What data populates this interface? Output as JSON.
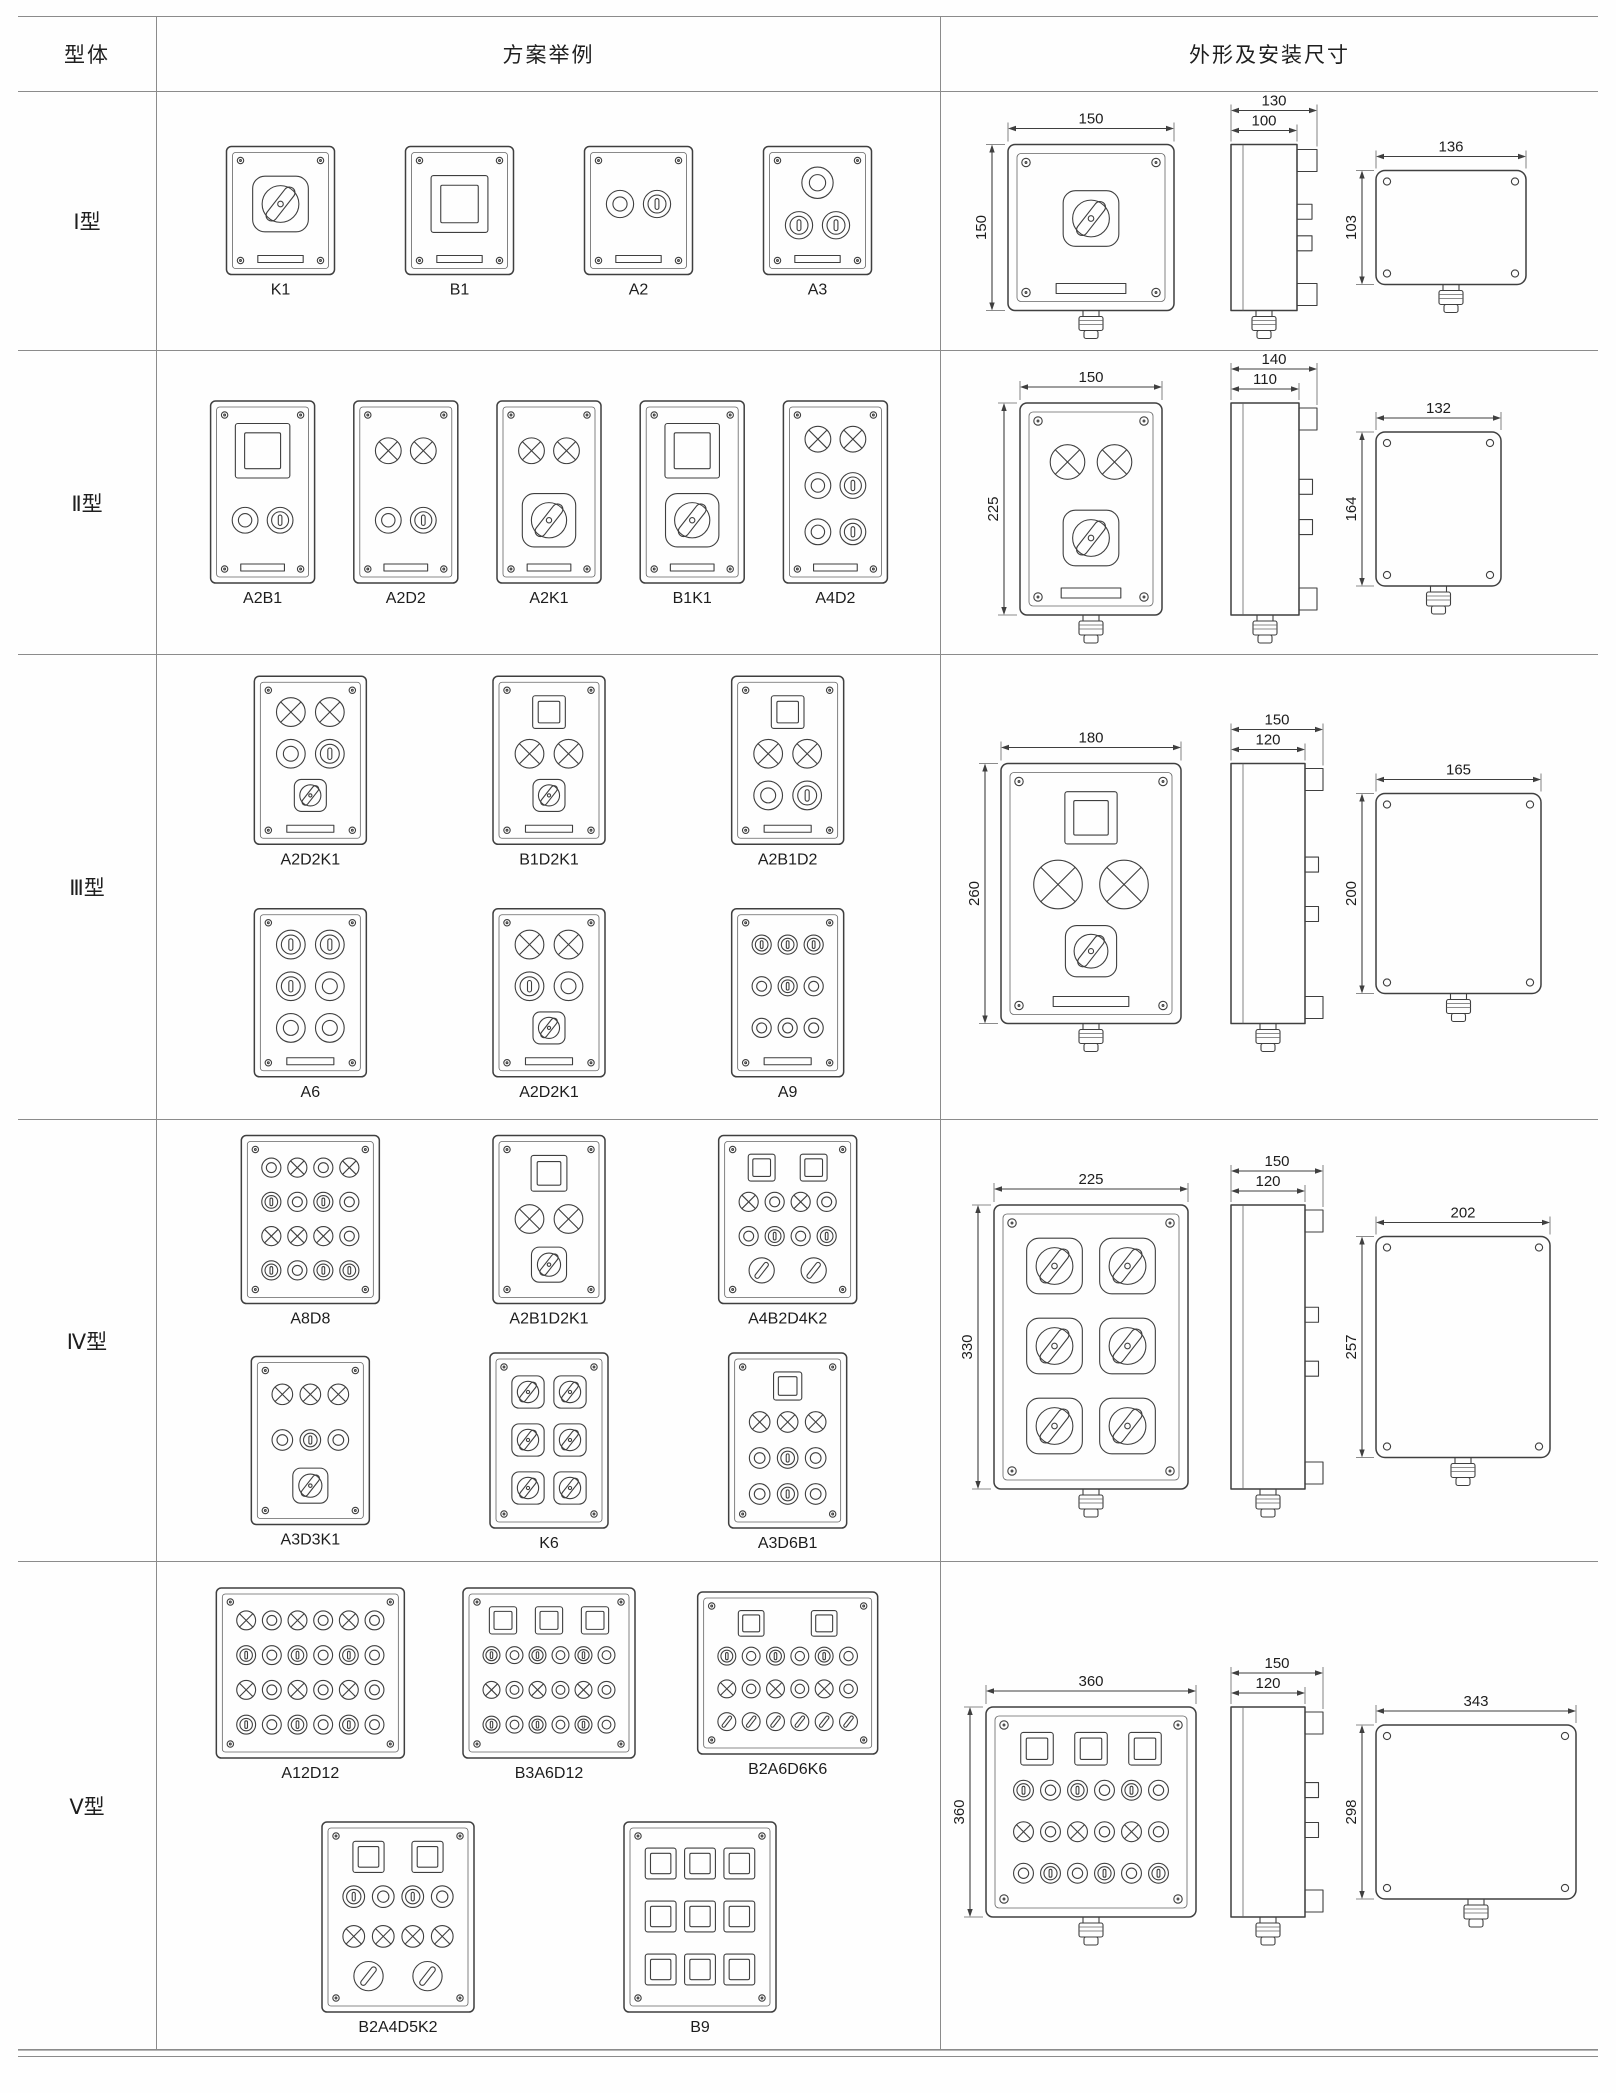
{
  "header": {
    "type_col": "型体",
    "examples_col": "方案举例",
    "dims_col": "外形及安装尺寸"
  },
  "rows": [
    {
      "type_label": "Ⅰ型",
      "groups": [
        [
          {
            "label": "K1",
            "w": 108,
            "h": 128,
            "plate": true,
            "controls": [
              [
                "K"
              ]
            ]
          },
          {
            "label": "B1",
            "w": 108,
            "h": 128,
            "plate": true,
            "controls": [
              [
                "B"
              ]
            ]
          },
          {
            "label": "A2",
            "w": 108,
            "h": 128,
            "plate": true,
            "controls": [
              [
                "O",
                "I"
              ]
            ]
          },
          {
            "label": "A3",
            "w": 108,
            "h": 128,
            "plate": true,
            "controls": [
              [
                "O"
              ],
              [
                "I",
                "I"
              ]
            ]
          }
        ]
      ],
      "dims": {
        "front": {
          "width": "150",
          "height": "150",
          "plate": true,
          "controls": [
            [
              "K"
            ]
          ]
        },
        "side": {
          "outer": "130",
          "inner": "100"
        },
        "back": {
          "width": "136",
          "height": "103"
        }
      }
    },
    {
      "type_label": "Ⅱ型",
      "groups": [
        [
          {
            "label": "A2B1",
            "w": 104,
            "h": 182,
            "plate": true,
            "controls": [
              [
                "B"
              ],
              [
                "O",
                "I"
              ]
            ]
          },
          {
            "label": "A2D2",
            "w": 104,
            "h": 182,
            "plate": true,
            "controls": [
              [
                "L",
                "L"
              ],
              [
                "O",
                "I"
              ]
            ]
          },
          {
            "label": "A2K1",
            "w": 104,
            "h": 182,
            "plate": true,
            "controls": [
              [
                "L",
                "L"
              ],
              [
                "K"
              ]
            ]
          },
          {
            "label": "B1K1",
            "w": 104,
            "h": 182,
            "plate": true,
            "controls": [
              [
                "B"
              ],
              [
                "K"
              ]
            ]
          },
          {
            "label": "A4D2",
            "w": 104,
            "h": 182,
            "plate": true,
            "controls": [
              [
                "L",
                "L"
              ],
              [
                "O",
                "I"
              ],
              [
                "O",
                "I"
              ]
            ]
          }
        ]
      ],
      "dims": {
        "front": {
          "width": "150",
          "height": "225",
          "plate": true,
          "controls": [
            [
              "L",
              "L"
            ],
            [
              "K"
            ]
          ]
        },
        "side": {
          "outer": "140",
          "inner": "110"
        },
        "back": {
          "width": "132",
          "height": "164"
        }
      }
    },
    {
      "type_label": "Ⅲ型",
      "groups": [
        [
          {
            "label": "A2D2K1",
            "w": 112,
            "h": 168,
            "plate": true,
            "controls": [
              [
                "L",
                "L"
              ],
              [
                "O",
                "I"
              ],
              [
                "K"
              ]
            ]
          },
          {
            "label": "B1D2K1",
            "w": 112,
            "h": 168,
            "plate": true,
            "controls": [
              [
                "B"
              ],
              [
                "L",
                "L"
              ],
              [
                "K"
              ]
            ]
          },
          {
            "label": "A2B1D2",
            "w": 112,
            "h": 168,
            "plate": true,
            "controls": [
              [
                "B"
              ],
              [
                "L",
                "L"
              ],
              [
                "O",
                "I"
              ]
            ]
          }
        ],
        [
          {
            "label": "A6",
            "w": 112,
            "h": 168,
            "plate": true,
            "controls": [
              [
                "I",
                "I"
              ],
              [
                "I",
                "O"
              ],
              [
                "O",
                "O"
              ]
            ]
          },
          {
            "label": "A2D2K1",
            "w": 112,
            "h": 168,
            "plate": true,
            "controls": [
              [
                "L",
                "L"
              ],
              [
                "I",
                "O"
              ],
              [
                "K"
              ]
            ]
          },
          {
            "label": "A9",
            "w": 112,
            "h": 168,
            "plate": true,
            "controls": [
              [
                "I",
                "I",
                "I"
              ],
              [
                "O",
                "I",
                "O"
              ],
              [
                "O",
                "O",
                "O"
              ]
            ]
          }
        ]
      ],
      "dims": {
        "front": {
          "width": "180",
          "height": "260",
          "plate": true,
          "controls": [
            [
              "B"
            ],
            [
              "L",
              "L"
            ],
            [
              "K"
            ]
          ]
        },
        "side": {
          "outer": "150",
          "inner": "120"
        },
        "back": {
          "width": "165",
          "height": "200"
        }
      }
    },
    {
      "type_label": "Ⅳ型",
      "groups": [
        [
          {
            "label": "A8D8",
            "w": 138,
            "h": 168,
            "plate": false,
            "controls": [
              [
                "O",
                "L",
                "O",
                "L"
              ],
              [
                "I",
                "O",
                "I",
                "O"
              ],
              [
                "L",
                "L",
                "L",
                "O"
              ],
              [
                "I",
                "O",
                "I",
                "I"
              ]
            ]
          },
          {
            "label": "A2B1D2K1",
            "w": 112,
            "h": 168,
            "plate": false,
            "controls": [
              [
                "B"
              ],
              [
                "L",
                "L"
              ],
              [
                "K"
              ]
            ]
          },
          {
            "label": "A4B2D4K2",
            "w": 138,
            "h": 168,
            "plate": false,
            "controls": [
              [
                "B",
                "B"
              ],
              [
                "L",
                "O",
                "L",
                "O"
              ],
              [
                "O",
                "I",
                "O",
                "I"
              ],
              [
                "k",
                "k"
              ]
            ]
          }
        ],
        [
          {
            "label": "A3D3K1",
            "w": 118,
            "h": 168,
            "plate": false,
            "controls": [
              [
                "L",
                "L",
                "L"
              ],
              [
                "O",
                "I",
                "O"
              ],
              [
                "K"
              ]
            ]
          },
          {
            "label": "K6",
            "w": 118,
            "h": 175,
            "plate": false,
            "controls": [
              [
                "K",
                "K"
              ],
              [
                "K",
                "K"
              ],
              [
                "K",
                "K"
              ]
            ]
          },
          {
            "label": "A3D6B1",
            "w": 118,
            "h": 175,
            "plate": false,
            "controls": [
              [
                "B"
              ],
              [
                "L",
                "L",
                "L"
              ],
              [
                "O",
                "I",
                "O"
              ],
              [
                "O",
                "I",
                "O"
              ]
            ]
          }
        ]
      ],
      "dims": {
        "front": {
          "width": "225",
          "height": "330",
          "plate": false,
          "controls": [
            [
              "K",
              "K"
            ],
            [
              "K",
              "K"
            ],
            [
              "K",
              "K"
            ]
          ]
        },
        "side": {
          "outer": "150",
          "inner": "120"
        },
        "back": {
          "width": "202",
          "height": "257"
        }
      }
    },
    {
      "type_label": "Ⅴ型",
      "groups": [
        [
          {
            "label": "A12D12",
            "w": 188,
            "h": 170,
            "plate": false,
            "controls": [
              [
                "L",
                "O",
                "L",
                "O",
                "L",
                "O"
              ],
              [
                "I",
                "O",
                "I",
                "O",
                "I",
                "O"
              ],
              [
                "L",
                "O",
                "L",
                "O",
                "L",
                "O"
              ],
              [
                "I",
                "O",
                "I",
                "O",
                "I",
                "O"
              ]
            ]
          },
          {
            "label": "B3A6D12",
            "w": 172,
            "h": 170,
            "plate": false,
            "controls": [
              [
                "B",
                "B",
                "B"
              ],
              [
                "I",
                "O",
                "I",
                "O",
                "I",
                "O"
              ],
              [
                "L",
                "O",
                "L",
                "O",
                "L",
                "O"
              ],
              [
                "I",
                "O",
                "I",
                "O",
                "I",
                "O"
              ]
            ]
          },
          {
            "label": "B2A6D6K6",
            "w": 180,
            "h": 162,
            "plate": false,
            "controls": [
              [
                "B",
                "B"
              ],
              [
                "I",
                "O",
                "I",
                "O",
                "I",
                "O"
              ],
              [
                "L",
                "O",
                "L",
                "O",
                "L",
                "O"
              ],
              [
                "k",
                "k",
                "k",
                "k",
                "k",
                "k"
              ]
            ]
          }
        ],
        [
          {
            "label": "B2A4D5K2",
            "w": 152,
            "h": 190,
            "plate": false,
            "controls": [
              [
                "B",
                "B"
              ],
              [
                "I",
                "O",
                "I",
                "O"
              ],
              [
                "L",
                "L",
                "L",
                "L"
              ],
              [
                "k",
                "k"
              ]
            ]
          },
          {
            "label": "B9",
            "w": 152,
            "h": 190,
            "plate": false,
            "controls": [
              [
                "B",
                "B",
                "B"
              ],
              [
                "B",
                "B",
                "B"
              ],
              [
                "B",
                "B",
                "B"
              ]
            ]
          }
        ]
      ],
      "dims": {
        "front": {
          "width": "360",
          "height": "360",
          "plate": false,
          "controls": [
            [
              "B",
              "B",
              "B"
            ],
            [
              "I",
              "O",
              "I",
              "O",
              "I",
              "O"
            ],
            [
              "L",
              "O",
              "L",
              "O",
              "L",
              "O"
            ],
            [
              "O",
              "I",
              "O",
              "I",
              "O",
              "I"
            ]
          ]
        },
        "side": {
          "outer": "150",
          "inner": "120"
        },
        "back": {
          "width": "343",
          "height": "298"
        }
      }
    }
  ]
}
